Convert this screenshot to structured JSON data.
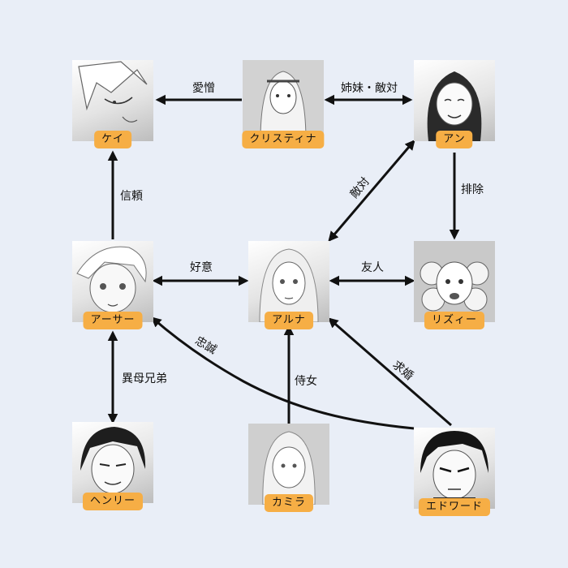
{
  "characters": {
    "kay": "ケイ",
    "christina": "クリスティナ",
    "anne": "アン",
    "arthur": "アーサー",
    "aluna": "アルナ",
    "lizzie": "リズィー",
    "henry": "ヘンリー",
    "camilla": "カミラ",
    "edward": "エドワード"
  },
  "relations": {
    "love_hate": "愛憎",
    "sisters_enemies": "姉妹・敵対",
    "trust": "信頼",
    "hostility": "敵対",
    "exclusion": "排除",
    "affection": "好意",
    "friend": "友人",
    "loyalty": "忠誠",
    "half_brothers": "異母兄弟",
    "maid": "侍女",
    "proposal": "求婚"
  },
  "colors": {
    "background": "#e9eef7",
    "label": "#f6ae45",
    "line": "#111111"
  }
}
